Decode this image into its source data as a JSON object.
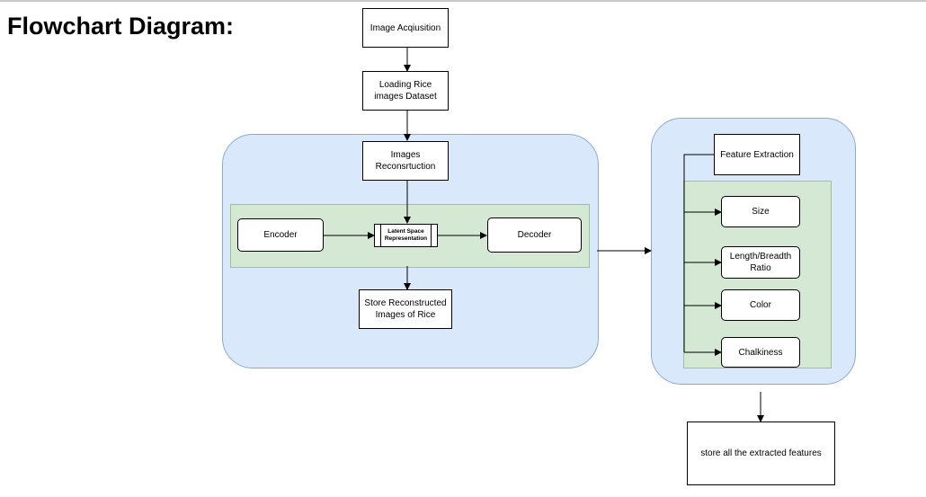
{
  "heading": "Flowchart Diagram:",
  "nodes": {
    "image_acquisition": "Image Acqiusition",
    "loading_dataset": "Loading Rice images Dataset",
    "images_reconstruction": "Images Reconsrtuction",
    "encoder": "Encoder",
    "latent_space": "Latent Space Representation",
    "decoder": "Decoder",
    "store_reconstructed": "Store Reconstructed Images of Rice",
    "feature_extraction": "Feature Extraction",
    "size": "Size",
    "length_breadth": "Length/Breadth Ratio",
    "color": "Color",
    "chalkiness": "Chalkiness",
    "store_features": "store all the extracted features"
  },
  "colors": {
    "group_fill": "#dae8fc",
    "group_stroke": "#8aa8d6",
    "subgroup_fill": "#d5e8d4",
    "subgroup_stroke": "#9fc38f",
    "node_fill": "#ffffff",
    "line": "#000000"
  }
}
